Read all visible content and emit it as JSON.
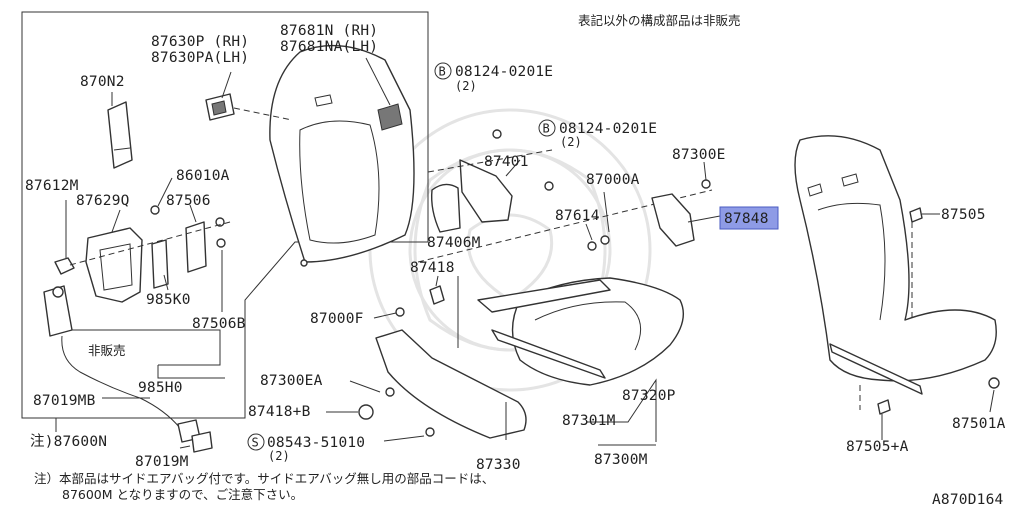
{
  "header_note": "表記以外の構成部品は非販売",
  "footer_note_line1": "注）本部品はサイドエアバッグ付です。サイドエアバッグ無し用の部品コードは、",
  "footer_note_line2": "87600M となりますので、ご注意下さい。",
  "diagram_code": "A870D164",
  "highlight_color": "#8e9be6",
  "labels": {
    "p87630P": "87630P (RH)",
    "p87630PA": "87630PA(LH)",
    "p87681N": "87681N (RH)",
    "p87681NA": "87681NA(LH)",
    "p870N2": "870N2",
    "p87612M": "87612M",
    "p86010A": "86010A",
    "p87629Q": "87629Q",
    "p87506": "87506",
    "p985K0": "985K0",
    "p87506B": "87506B",
    "nonsale": "非販売",
    "p985H0": "985H0",
    "p87019MB": "87019MB",
    "p87600N": "注)87600N",
    "p87019M": "87019M",
    "b_bolt1": "08124-0201E",
    "b_bolt1_qty": "(2)",
    "b_bolt2": "08124-0201E",
    "b_bolt2_qty": "(2)",
    "b_marker": "B",
    "p87401": "87401",
    "p87406M": "87406M",
    "p87000A": "87000A",
    "p87614": "87614",
    "p87300E": "87300E",
    "p87848": "87848",
    "p87418": "87418",
    "p87000F": "87000F",
    "p87300EA": "87300EA",
    "p87418B": "87418+B",
    "s_screw": "08543-51010",
    "s_screw_qty": "(2)",
    "s_marker": "S",
    "p87330": "87330",
    "p87320P": "87320P",
    "p87301M": "87301M",
    "p87300M": "87300M",
    "p87505": "87505",
    "p87505A": "87505+A",
    "p87501A": "87501A"
  }
}
